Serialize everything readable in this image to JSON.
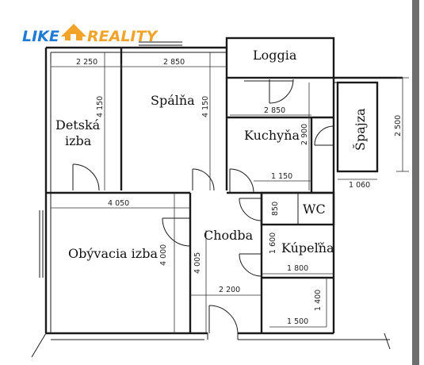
{
  "logo": {
    "word_left": "LIKE",
    "word_right": "REALITY",
    "color_left": "#1f7bd6",
    "color_right": "#f2a32a"
  },
  "rooms": {
    "loggia": "Loggia",
    "spalna": "Spálňa",
    "detska_line1": "Detská",
    "detska_line2": "izba",
    "kuchyna": "Kuchyňa",
    "spajza": "Špajza",
    "wc": "WC",
    "chodba": "Chodba",
    "kupelna": "Kúpeľňa",
    "obyvacia": "Obývacia izba"
  },
  "dimensions": {
    "detska_width": "2 250",
    "detska_height": "4 150",
    "spalna_width": "2 850",
    "spalna_height": "4 150",
    "kuchyna_width": "2 850",
    "kuchyna_height": "2 900",
    "spajza_height": "2 500",
    "spajza_width": "1 060",
    "corridor_top": "1 150",
    "living_width": "4 050",
    "living_height": "4 000",
    "wc_height": "850",
    "kupelna_height": "1 600",
    "kupelna_width": "1 800",
    "chodba_height": "4 005",
    "chodba_width": "2 200",
    "bottom_height": "1 400",
    "bottom_width": "1 500"
  },
  "colors": {
    "wall": "#1a1a1a",
    "right_border": "#6e6e6e"
  }
}
